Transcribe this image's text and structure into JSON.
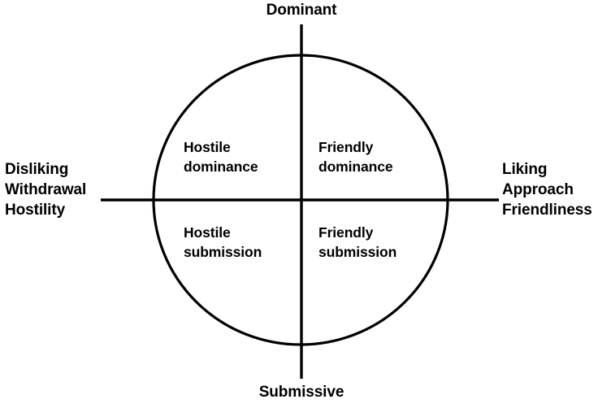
{
  "figure": {
    "kind": "interpersonal-circumplex-diagram",
    "background_color": "#ffffff",
    "ink_color": "#000000"
  },
  "axes": {
    "vertical": {
      "top_label": "Dominant",
      "bottom_label": "Submissive"
    },
    "horizontal": {
      "left_label_lines": [
        "Disliking",
        "Withdrawal",
        "Hostility"
      ],
      "right_label_lines": [
        "Liking",
        "Approach",
        "Friendliness"
      ],
      "left_line_1": "Disliking",
      "left_line_2": "Withdrawal",
      "left_line_3": "Hostility",
      "right_line_1": "Liking",
      "right_line_2": "Approach",
      "right_line_3": "Friendliness"
    }
  },
  "quadrants": [
    {
      "id": "hostile-dominance",
      "position": "upper-left",
      "line_1": "Hostile",
      "line_2": "dominance"
    },
    {
      "id": "friendly-dominance",
      "position": "upper-right",
      "line_1": "Friendly",
      "line_2": "dominance"
    },
    {
      "id": "hostile-submission",
      "position": "lower-left",
      "line_1": "Hostile",
      "line_2": "submission"
    },
    {
      "id": "friendly-submission",
      "position": "lower-right",
      "line_1": "Friendly",
      "line_2": "submission"
    }
  ],
  "chart_data": {
    "type": "scatter",
    "title": "",
    "xlabel": "Disliking / Withdrawal / Hostility  ↔  Liking / Approach / Friendliness",
    "ylabel": "Submissive  ↔  Dominant",
    "grid": false,
    "legend": "none",
    "xlim": [
      -1,
      1
    ],
    "ylim": [
      -1,
      1
    ],
    "shape": "circle",
    "circle": {
      "center_x": 0,
      "center_y": 0,
      "radius": 1,
      "filled": false,
      "stroke": "#000000"
    },
    "categories": [
      "Hostile dominance",
      "Friendly dominance",
      "Hostile submission",
      "Friendly submission"
    ],
    "annotations": [
      {
        "text": "Hostile dominance",
        "x": -0.5,
        "y": 0.5
      },
      {
        "text": "Friendly dominance",
        "x": 0.5,
        "y": 0.5
      },
      {
        "text": "Hostile submission",
        "x": -0.5,
        "y": -0.5
      },
      {
        "text": "Friendly submission",
        "x": 0.5,
        "y": -0.5
      },
      {
        "text": "Dominant",
        "x": 0,
        "y": 1.25
      },
      {
        "text": "Submissive",
        "x": 0,
        "y": -1.25
      },
      {
        "text": "Disliking Withdrawal Hostility",
        "x": -1.4,
        "y": 0
      },
      {
        "text": "Liking Approach Friendliness",
        "x": 1.4,
        "y": 0
      }
    ]
  }
}
